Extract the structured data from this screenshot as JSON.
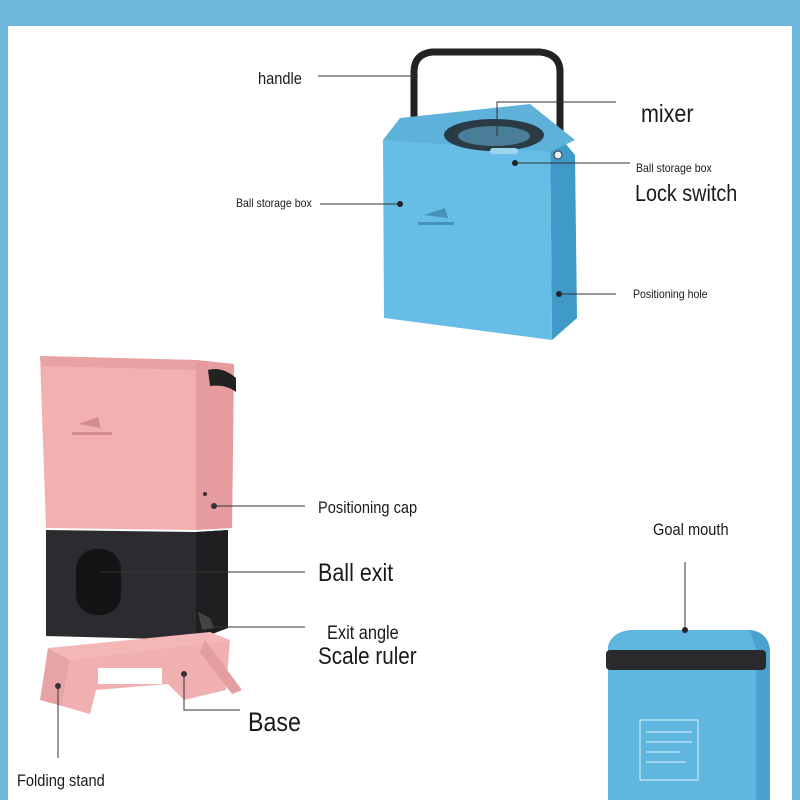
{
  "labels": {
    "handle": "handle",
    "mixer": "mixer",
    "ball_storage_box_right": "Ball storage box",
    "lock_switch": "Lock switch",
    "ball_storage_box_left": "Ball storage box",
    "positioning_hole": "Positioning hole",
    "positioning_cap": "Positioning cap",
    "goal_mouth": "Goal mouth",
    "ball_exit": "Ball exit",
    "exit_angle": "Exit angle",
    "scale_ruler": "Scale ruler",
    "base": "Base",
    "folding_stand": "Folding stand"
  },
  "colors": {
    "frame": "#6fb6dd",
    "blue_body": "#62b9e2",
    "pink_body": "#f1adae",
    "dark_body": "#2b2b2e",
    "handle": "#222222"
  }
}
